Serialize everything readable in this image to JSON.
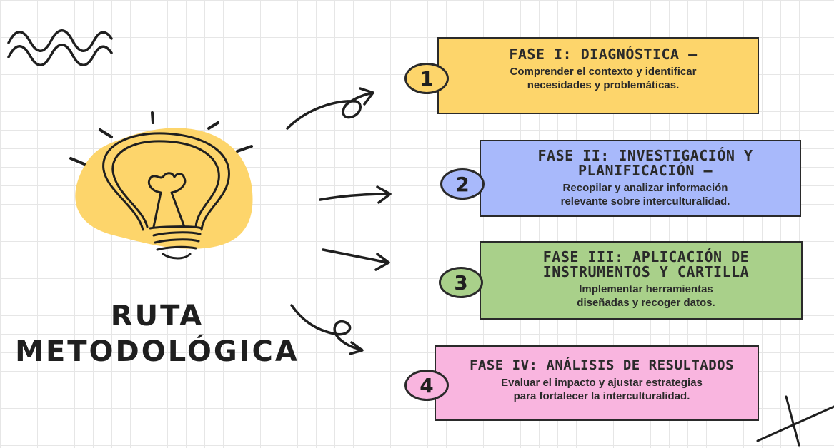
{
  "title": {
    "line1": "RUTA",
    "line2": "METODOLÓGICA"
  },
  "phases": [
    {
      "number": "1",
      "title": "FASE I: DIAGNÓSTICA –",
      "description": "Comprender el contexto y identificar\nnecesidades y problemáticas.",
      "color": "#fdd56b"
    },
    {
      "number": "2",
      "title": "FASE II: INVESTIGACIÓN Y\nPLANIFICACIÓN –",
      "description": "Recopilar y analizar información\nrelevante sobre interculturalidad.",
      "color": "#a8b9fb"
    },
    {
      "number": "3",
      "title": "FASE III: APLICACIÓN DE\nINSTRUMENTOS Y CARTILLA",
      "description": "Implementar herramientas\ndiseñadas y recoger datos.",
      "color": "#a9d08a"
    },
    {
      "number": "4",
      "title": "FASE IV: ANÁLISIS DE RESULTADOS",
      "description": "Evaluar el impacto y ajustar estrategias\npara fortalecer la interculturalidad.",
      "color": "#f9b5df"
    }
  ],
  "colors": {
    "bulb_blob": "#fdd56b",
    "ink": "#2a2a2a"
  },
  "icons": [
    "lightbulb-icon",
    "squiggle-decoration",
    "curved-arrow-icon",
    "straight-arrow-icon",
    "cross-lines-decoration"
  ]
}
